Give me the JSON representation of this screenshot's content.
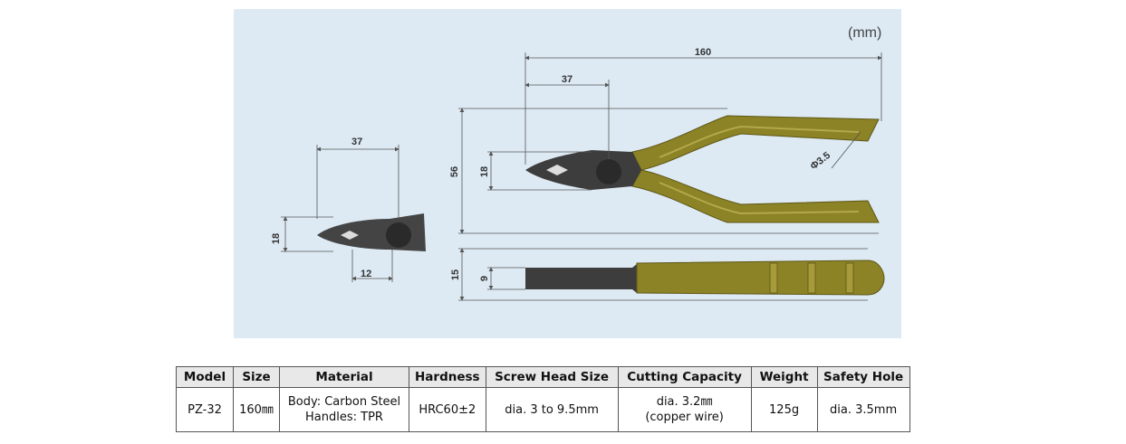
{
  "drawing": {
    "unit_label": "(mm)",
    "side_view": {
      "dim_top": "37",
      "dim_left": "18",
      "dim_bottom": "12"
    },
    "front_view": {
      "dim_total": "160",
      "dim_jaw": "37",
      "dim_height": "56",
      "dim_jaw_height": "18",
      "dim_hole": "Φ3.5"
    },
    "top_view": {
      "dim_width": "15",
      "dim_jaw_width": "9"
    },
    "colors": {
      "background": "#ddeaf4",
      "handle": "#8c8226",
      "handle_dark": "#5e5716",
      "metal": "#3d3d3d"
    }
  },
  "table": {
    "headers": [
      "Model",
      "Size",
      "Material",
      "Hardness",
      "Screw Head Size",
      "Cutting Capacity",
      "Weight",
      "Safety Hole"
    ],
    "rows": [
      [
        "PZ-32",
        "160㎜",
        "Body: Carbon Steel\nHandles: TPR",
        "HRC60±2",
        "dia. 3 to 9.5mm",
        "dia. 3.2㎜\n(copper wire)",
        "125g",
        "dia. 3.5mm"
      ]
    ]
  }
}
